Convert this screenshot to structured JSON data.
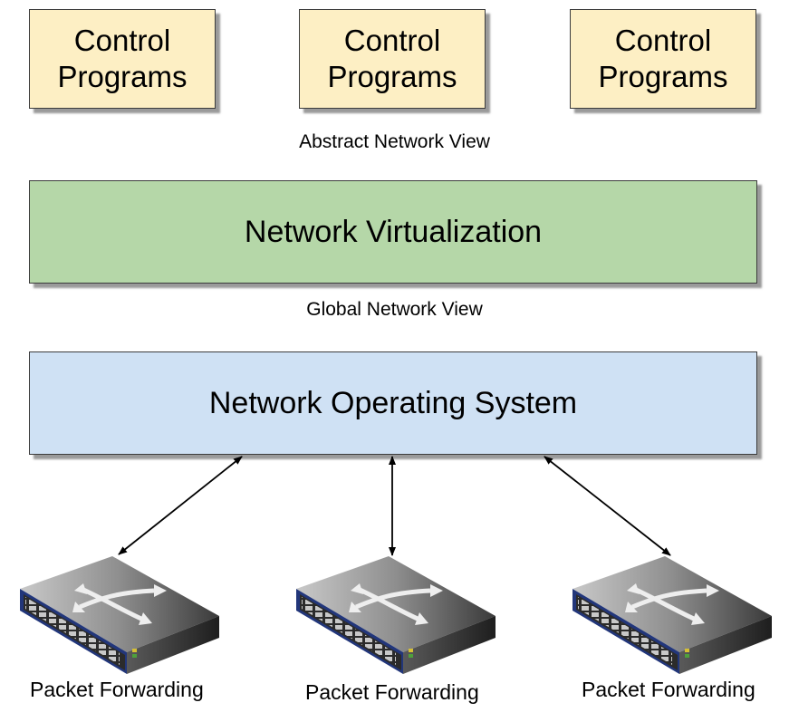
{
  "control_programs": [
    "Control\nPrograms",
    "Control\nPrograms",
    "Control\nPrograms"
  ],
  "abstract_view_label": "Abstract Network View",
  "network_virtualization_label": "Network Virtualization",
  "global_view_label": "Global Network View",
  "nos_label": "Network Operating System",
  "switches": [
    "Packet Forwarding",
    "Packet Forwarding",
    "Packet Forwarding"
  ],
  "icons": [
    "network-switch-icon",
    "network-switch-icon",
    "network-switch-icon"
  ],
  "colors": {
    "control_fill": "#fdefc4",
    "virtualization_fill": "#b5d7a8",
    "nos_fill": "#cfe1f4",
    "switch_blue": "#1d3f86"
  }
}
